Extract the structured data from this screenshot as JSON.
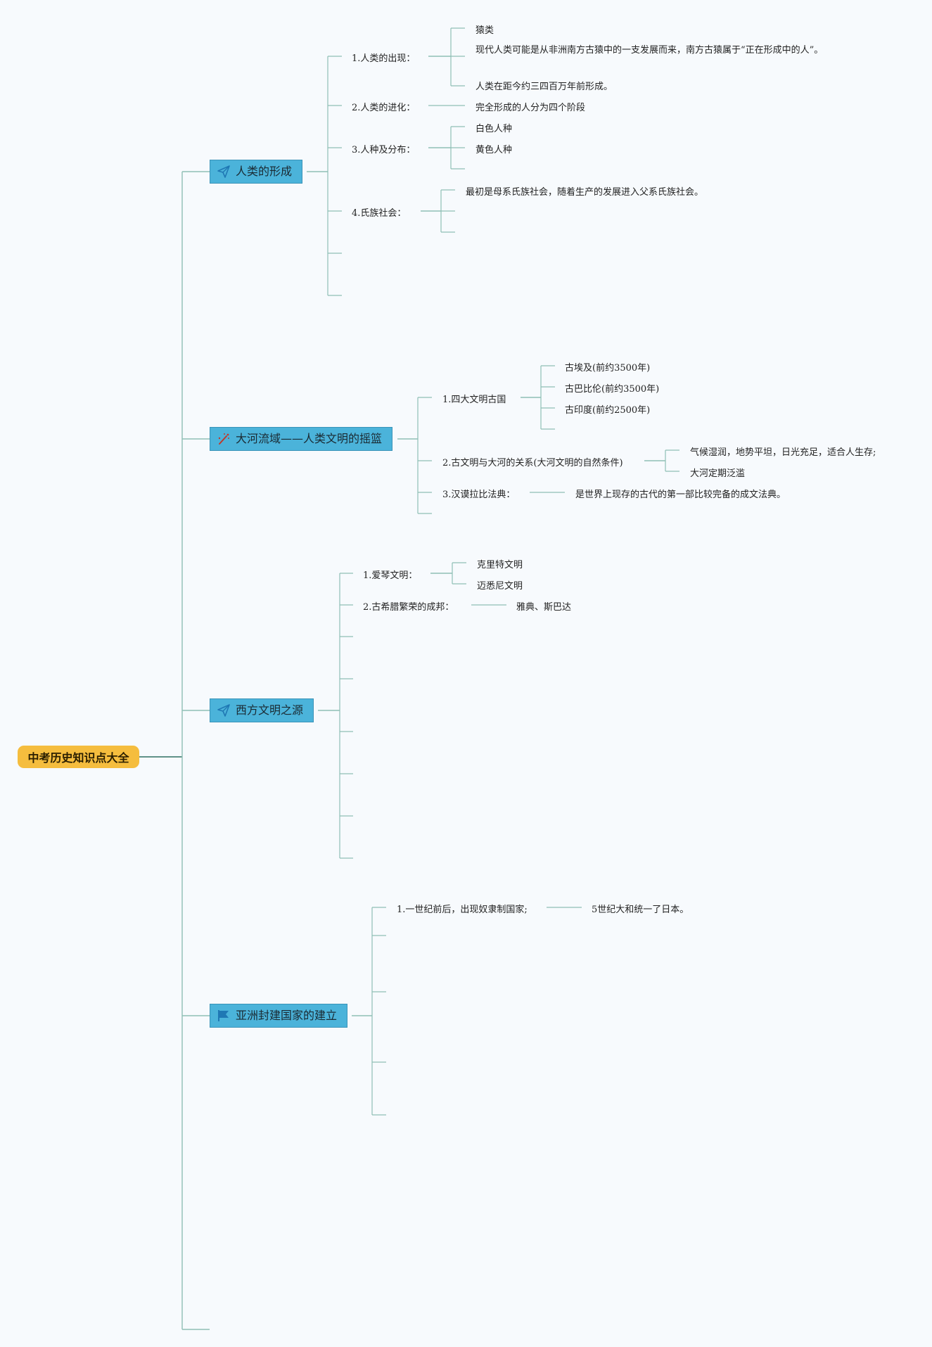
{
  "root": "中考历史知识点大全",
  "topics": {
    "t1": "人类的形成",
    "t2": "大河流域——人类文明的摇篮",
    "t3": "西方文明之源",
    "t4": "亚洲封建国家的建立"
  },
  "sub": {
    "s1_1": "1.人类的出现：",
    "s1_2": "2.人类的进化：",
    "s1_3": "3.人种及分布：",
    "s1_4": "4.氏族社会：",
    "s2_1": "1.四大文明古国",
    "s2_2": "2.古文明与大河的关系(大河文明的自然条件)",
    "s2_3": "3.汉谟拉比法典：",
    "s3_1": "1.爱琴文明：",
    "s3_2": "2.古希腊繁荣的成邦：",
    "s4_1": "1.一世纪前后，出现奴隶制国家;"
  },
  "leaves": {
    "l1_1a": "猿类",
    "l1_1b": "现代人类可能是从非洲南方古猿中的一支发展而来，南方古猿属于“正在形成中的人”。",
    "l1_1c": "人类在距今约三四百万年前形成。",
    "l1_2a": "完全形成的人分为四个阶段",
    "l1_3a": "白色人种",
    "l1_3b": "黄色人种",
    "l1_4a": "最初是母系氏族社会，随着生产的发展进入父系氏族社会。",
    "l2_1a": "古埃及(前约3500年)",
    "l2_1b": "古巴比伦(前约3500年)",
    "l2_1c": "古印度(前约2500年)",
    "l2_2a": "气候湿润，地势平坦，日光充足，适合人生存;",
    "l2_2b": "大河定期泛滥",
    "l2_3a": "是世界上现存的古代的第一部比较完备的成文法典。",
    "l3_1a": "克里特文明",
    "l3_1b": "迈悉尼文明",
    "l3_2a": "雅典、斯巴达",
    "l4_1a": "5世纪大和统一了日本。"
  },
  "icons": {
    "t1": "paper-plane-icon",
    "t2": "magic-wand-icon",
    "t3": "paper-plane-icon",
    "t4": "flag-icon"
  },
  "colors": {
    "root": "#f5bd3e",
    "topic": "#4bb3da",
    "line_main": "#2f6f62",
    "line_light": "#8fbfb5"
  }
}
